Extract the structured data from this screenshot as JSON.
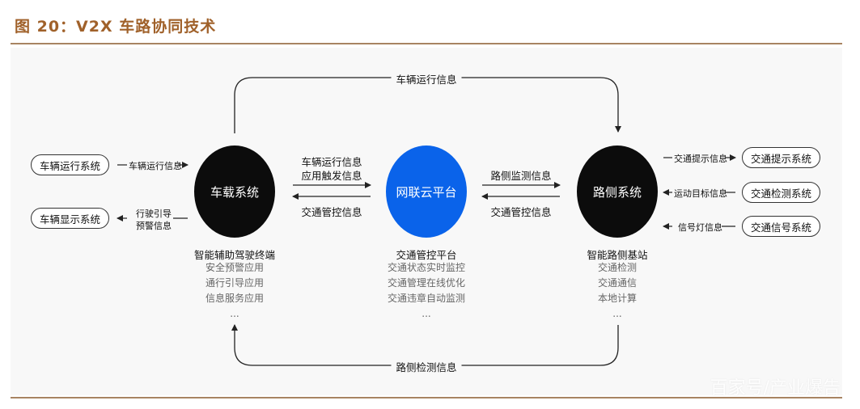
{
  "figure_title": "图 20：V2X 车路协同技术",
  "nodes": {
    "vehicle": {
      "label": "车载系统",
      "caption": "智能辅助驾驶终端",
      "items": [
        "安全预警应用",
        "通行引导应用",
        "信息服务应用",
        "..."
      ]
    },
    "cloud": {
      "label": "网联云平台",
      "caption": "交通管控平台",
      "items": [
        "交通状态实时监控",
        "交通管理在线优化",
        "交通违章自动监测",
        "..."
      ]
    },
    "roadside": {
      "label": "路侧系统",
      "caption": "智能路侧基站",
      "items": [
        "交通检测",
        "交通通信",
        "本地计算",
        "..."
      ]
    }
  },
  "left_boxes": {
    "run_system": "车辆运行系统",
    "display_system": "车辆显示系统"
  },
  "right_boxes": {
    "prompt_system": "交通提示系统",
    "detect_system": "交通检测系统",
    "signal_system": "交通信号系统"
  },
  "edge_labels": {
    "top_loop": "车辆运行信息",
    "bottom_loop": "路侧检测信息",
    "left_run": "车辆运行信息",
    "left_guide_1": "行驶引导",
    "left_guide_2": "预警信息",
    "v2c_1": "车辆运行信息",
    "v2c_2": "应用触发信息",
    "c2v": "交通管控信息",
    "r2c": "路侧监测信息",
    "c2r": "交通管控信息",
    "r_prompt": "交通提示信息",
    "r_target": "运动目标信息",
    "r_signal": "信号灯信息"
  },
  "watermark": "百家号/产业爆告",
  "colors": {
    "title": "#a0612a",
    "rule": "#a88462",
    "node_dark": "#0c0c0c",
    "node_blue": "#0a63ea"
  }
}
